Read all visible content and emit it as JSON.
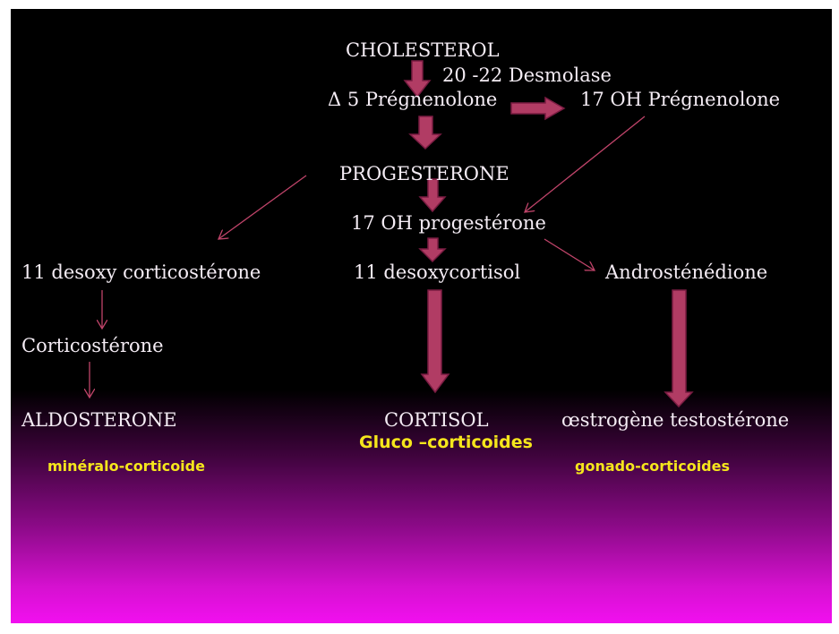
{
  "colors": {
    "arrow_fill": "#b13c64",
    "arrow_stroke": "#7a1c42",
    "thin_arrow": "#c0446a",
    "class_label": "#f5e61c"
  },
  "nodes": {
    "cholesterol": "CHOLESTEROL",
    "desmolase": "20 -22 Desmolase",
    "pregnenolone": "Δ 5 Prégnenolone",
    "oh17_pregnenolone": "17 OH Prégnenolone",
    "progesterone": "PROGESTERONE",
    "oh17_progesterone": "17 OH progestérone",
    "desoxycorticosterone": "11 desoxy corticostérone",
    "desoxycortisol": "11 desoxycortisol",
    "androstenedione": "Androsténédione",
    "corticosterone": "Corticostérone",
    "aldosterone": "ALDOSTERONE",
    "cortisol": "CORTISOL",
    "estrogen_testosterone": "œstrogène testostérone"
  },
  "classes": {
    "gluco": "Gluco –corticoides",
    "mineralo": "minéralo-corticoide",
    "gonado": "gonado-corticoides"
  }
}
